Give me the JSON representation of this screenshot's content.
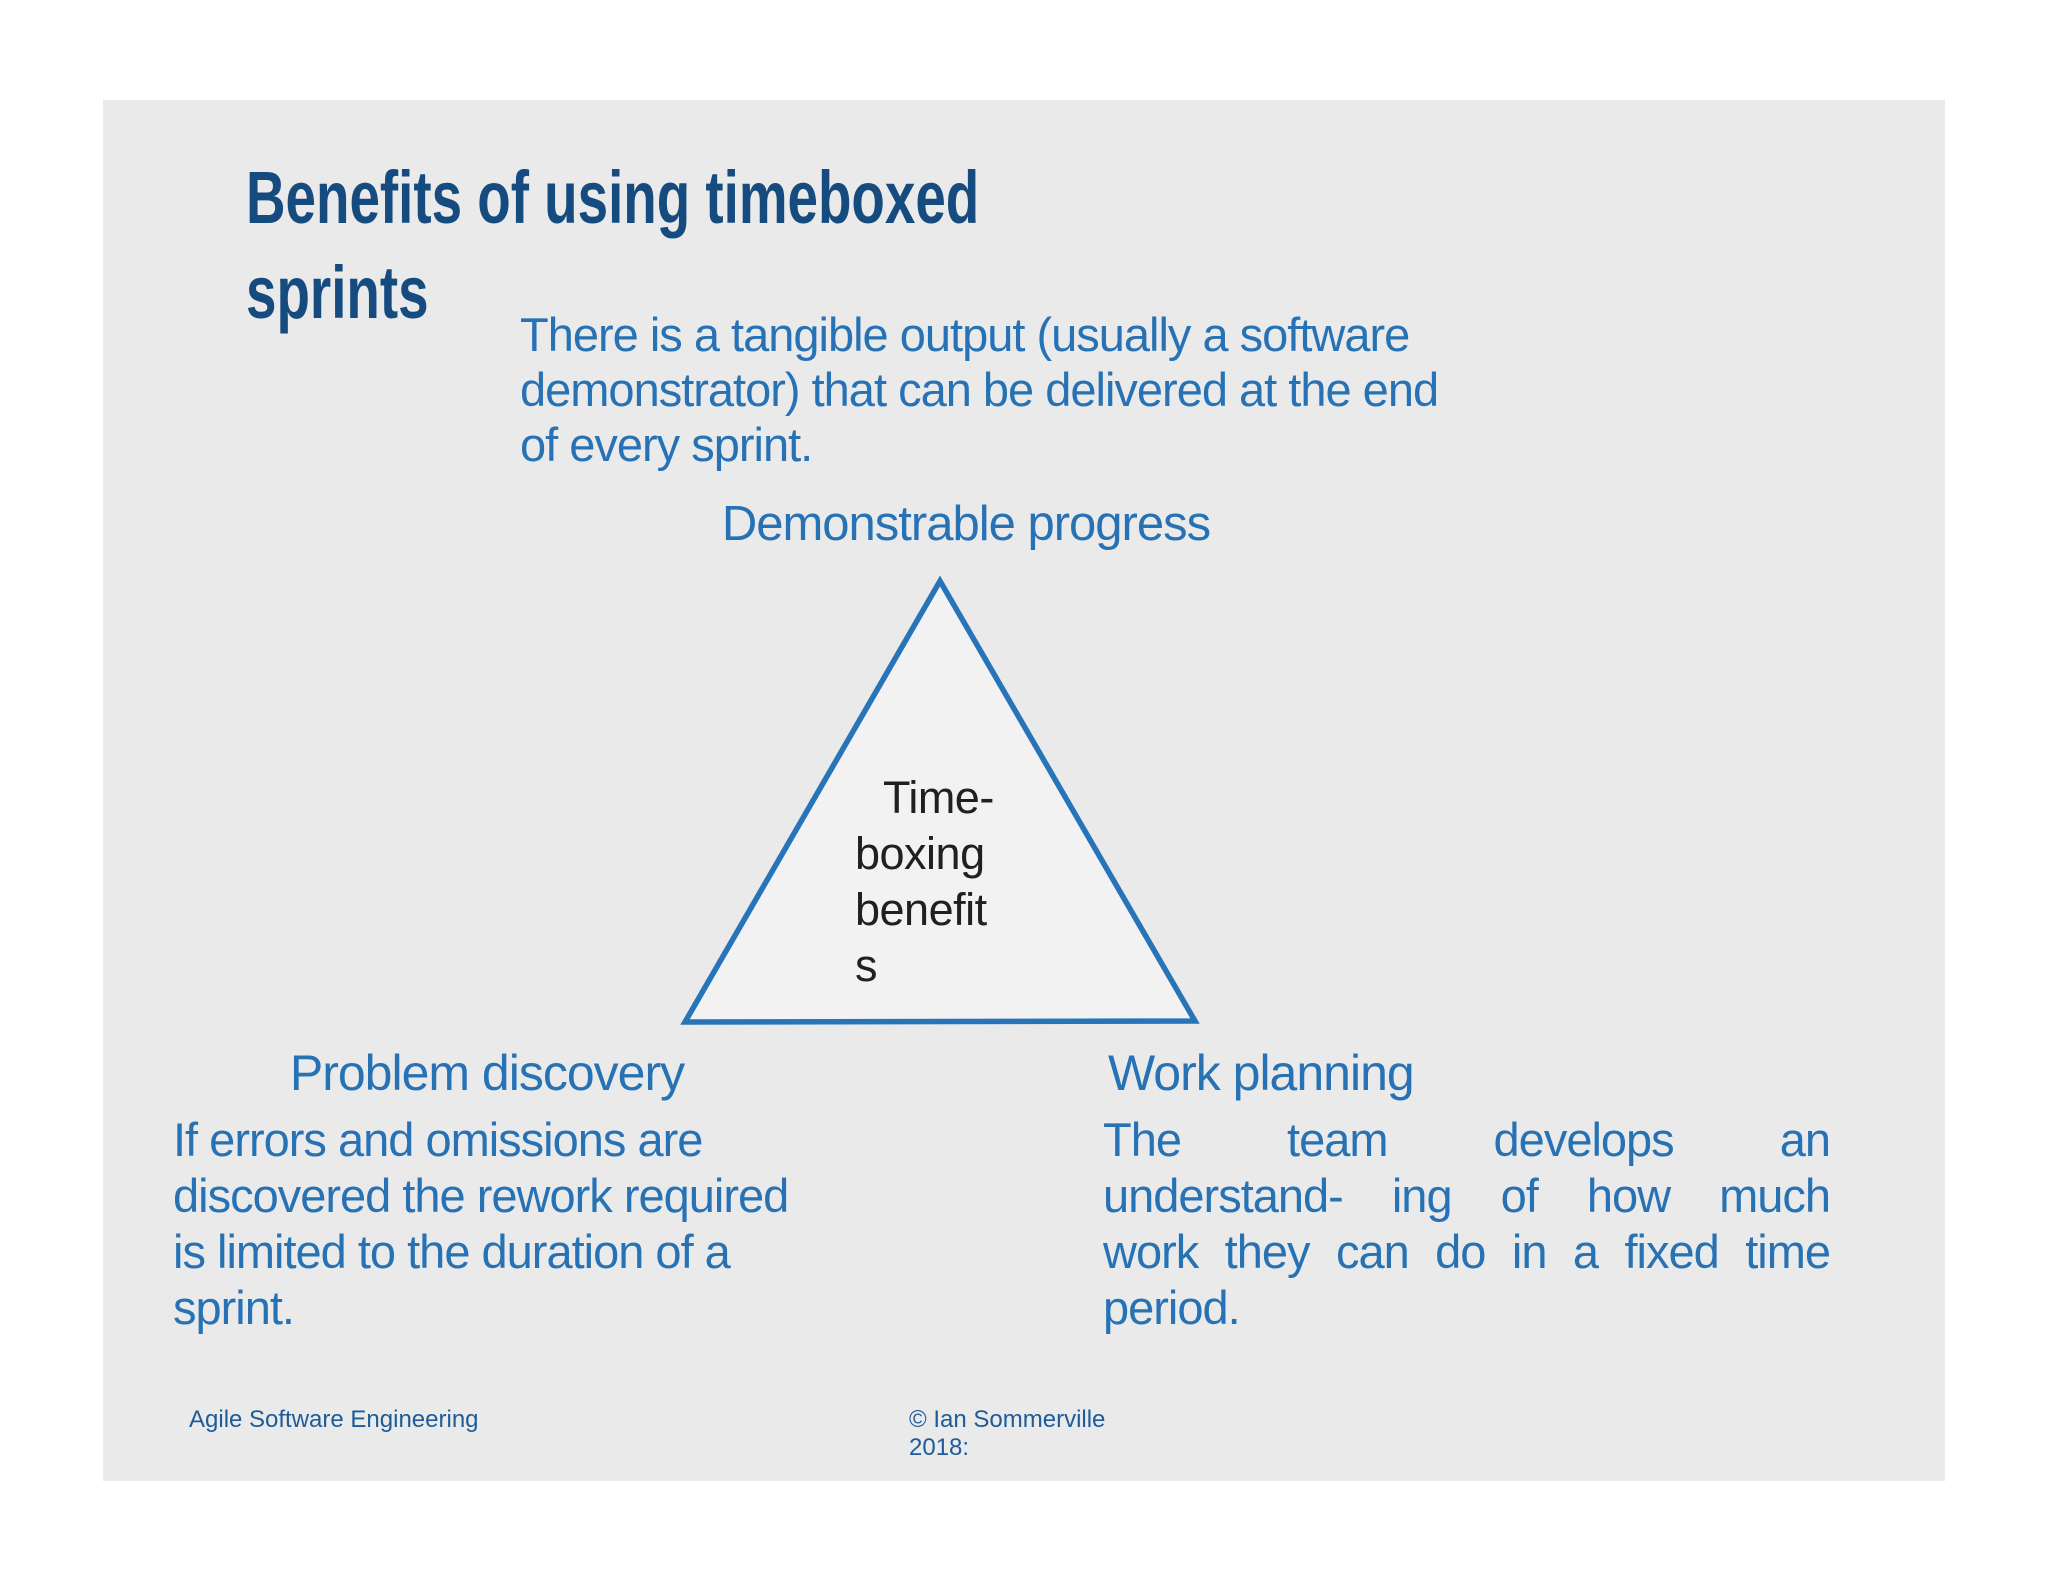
{
  "slide": {
    "title": "Benefits of using timeboxed\nsprints",
    "intro": "There is a tangible output (usually a software\ndemonstrator) that can be delivered at the end\nof every sprint.",
    "triangle": {
      "top_label": "Demonstrable progress",
      "center_lines": [
        "Time-",
        "boxing",
        "benefit",
        "s"
      ],
      "stroke_color": "#2874B8",
      "fill_color": "#F2F2F2"
    },
    "left_column": {
      "heading": "Problem discovery",
      "body": "If errors and omissions are\ndiscovered the rework required\nis limited to the duration of a\nsprint."
    },
    "right_column": {
      "heading": "Work planning",
      "body_lines": [
        "The team develops an",
        "understand- ing of how much",
        "work they can do in a fixed time",
        "period."
      ]
    },
    "footer": {
      "course": "Agile Software Engineering",
      "copyright": "© Ian Sommerville\n2018:"
    },
    "colors": {
      "page_background": "#FFFFFF",
      "slide_background": "#EAEAEA",
      "title_text": "#164B7F",
      "body_text": "#2772B5",
      "triangle_center_text": "#202020",
      "footer_text": "#1D5C99"
    }
  }
}
